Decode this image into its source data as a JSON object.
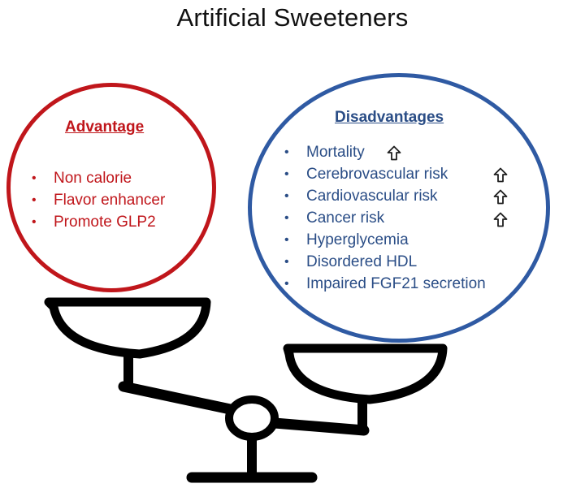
{
  "title": "Artificial Sweeteners",
  "advantage": {
    "heading": "Advantage",
    "items": [
      "Non calorie",
      "Flavor enhancer",
      "Promote GLP2"
    ]
  },
  "disadvantages": {
    "heading": "Disadvantages",
    "items": [
      "Mortality",
      "Cerebrovascular risk",
      "Cardiovascular risk",
      "Cancer risk",
      "Hyperglycemia",
      "Disordered HDL",
      "Impaired FGF21 secretion"
    ],
    "increased_items": [
      "Mortality",
      "Cerebrovascular risk",
      "Cardiovascular risk",
      "Cancer risk"
    ]
  },
  "bullet_glyph": "•",
  "colors": {
    "advantage": "#c0161b",
    "disadvantage": "#2f5aa3",
    "scale": "#000000"
  },
  "icons": {
    "increase": "up-arrow-icon",
    "scale": "balance-scale-icon"
  }
}
